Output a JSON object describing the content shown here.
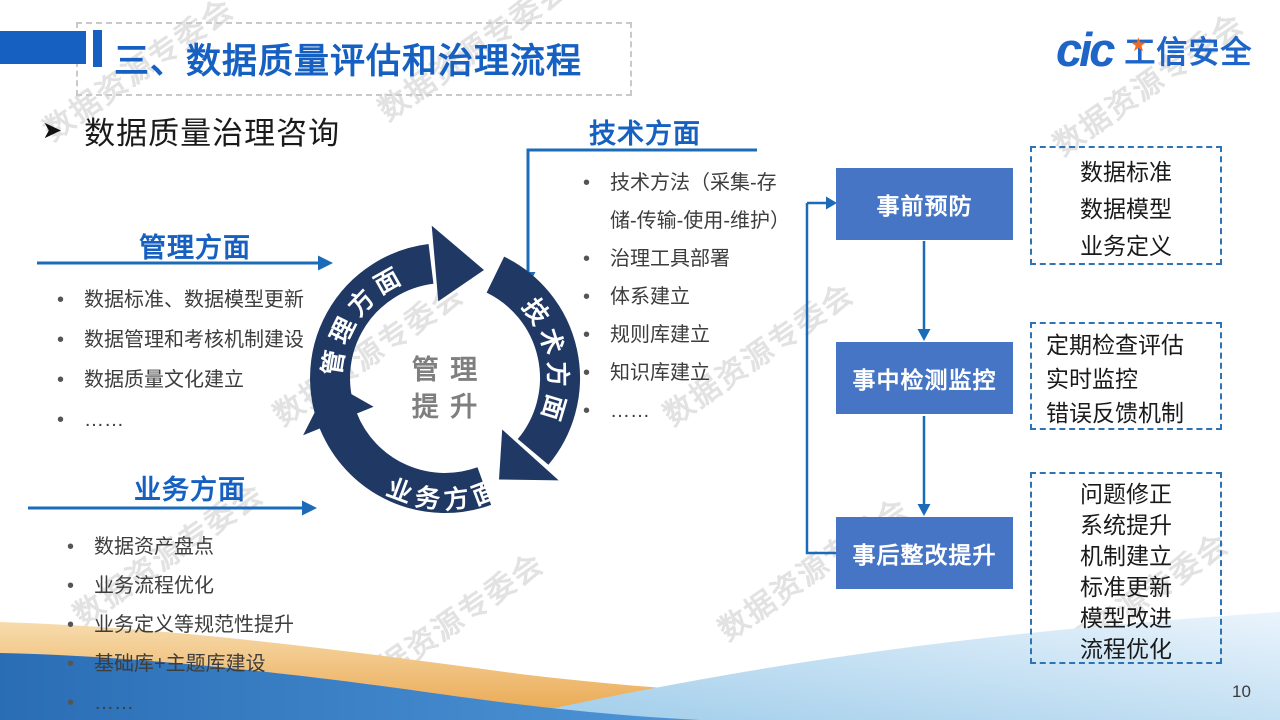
{
  "slide": {
    "title": "三、数据质量评估和治理流程",
    "subtitle": "数据质量治理咨询",
    "subtitle_arrow": "➤",
    "watermark": "数据资源专委会",
    "page_number": "10",
    "logo": {
      "cic": "cic",
      "star": "★",
      "text": "工信安全"
    }
  },
  "sections": {
    "management": {
      "title": "管理方面",
      "items": [
        "数据标准、数据模型更新",
        "数据管理和考核机制建设",
        "数据质量文化建立",
        "……"
      ]
    },
    "technology": {
      "title": "技术方面",
      "items": [
        "技术方法（采集-存",
        "储-传输-使用-维护）",
        "治理工具部署",
        "体系建立",
        "规则库建立",
        "知识库建立",
        "……"
      ]
    },
    "business": {
      "title": "业务方面",
      "items": [
        "数据资产盘点",
        "业务流程优化",
        "业务定义等规范性提升",
        "基础库+主题库建设",
        "……"
      ]
    }
  },
  "cycle": {
    "center": [
      "管 理",
      "提 升"
    ],
    "labels": {
      "management": "管理方面",
      "technology": "技术方面",
      "business": "业务方面"
    }
  },
  "process": {
    "steps": [
      {
        "label": "事前预防",
        "notes": [
          "数据标准",
          "数据模型",
          "业务定义"
        ]
      },
      {
        "label": "事中检测监控",
        "notes": [
          "定期检查评估",
          "实时监控",
          "错误反馈机制"
        ]
      },
      {
        "label": "事后整改提升",
        "notes": [
          "问题修正",
          "系统提升",
          "机制建立",
          "标准更新",
          "模型改进",
          "流程优化"
        ]
      }
    ]
  },
  "colors": {
    "title_blue": "#1560C0",
    "cycle_navy": "#1F3864",
    "step_box_blue": "#4575C4",
    "connector_blue": "#1C6BB8",
    "dashed_border_blue": "#2E74B5",
    "center_gray": "#7F7F7F",
    "wave_orange": "#E9A54B",
    "wave_blue": "#3A80C4",
    "wave_light_blue": "#9FCCEA"
  }
}
